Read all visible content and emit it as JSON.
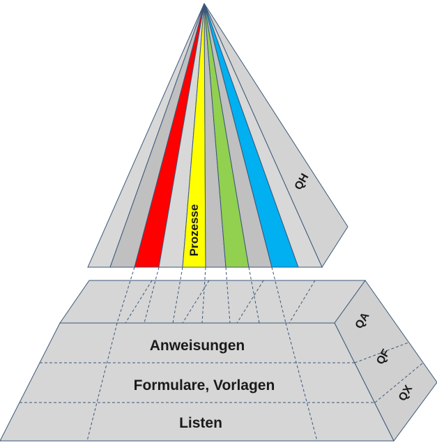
{
  "pyramid": {
    "process_label": "Prozesse",
    "side_label": "QH"
  },
  "base": {
    "rows": [
      {
        "label": "Anweisungen",
        "code": "QA"
      },
      {
        "label": "Formulare, Vorlagen",
        "code": "QF"
      },
      {
        "label": "Listen",
        "code": "QX"
      }
    ]
  },
  "colors": {
    "outline": "#3a5779",
    "face_light": "#d8d8d8",
    "face_mid": "#c0c0c0",
    "face_side": "#d3d3d3",
    "stripe_red": "#ff0000",
    "stripe_yellow": "#ffff00",
    "stripe_green": "#92d050",
    "stripe_blue": "#00b0f0"
  }
}
